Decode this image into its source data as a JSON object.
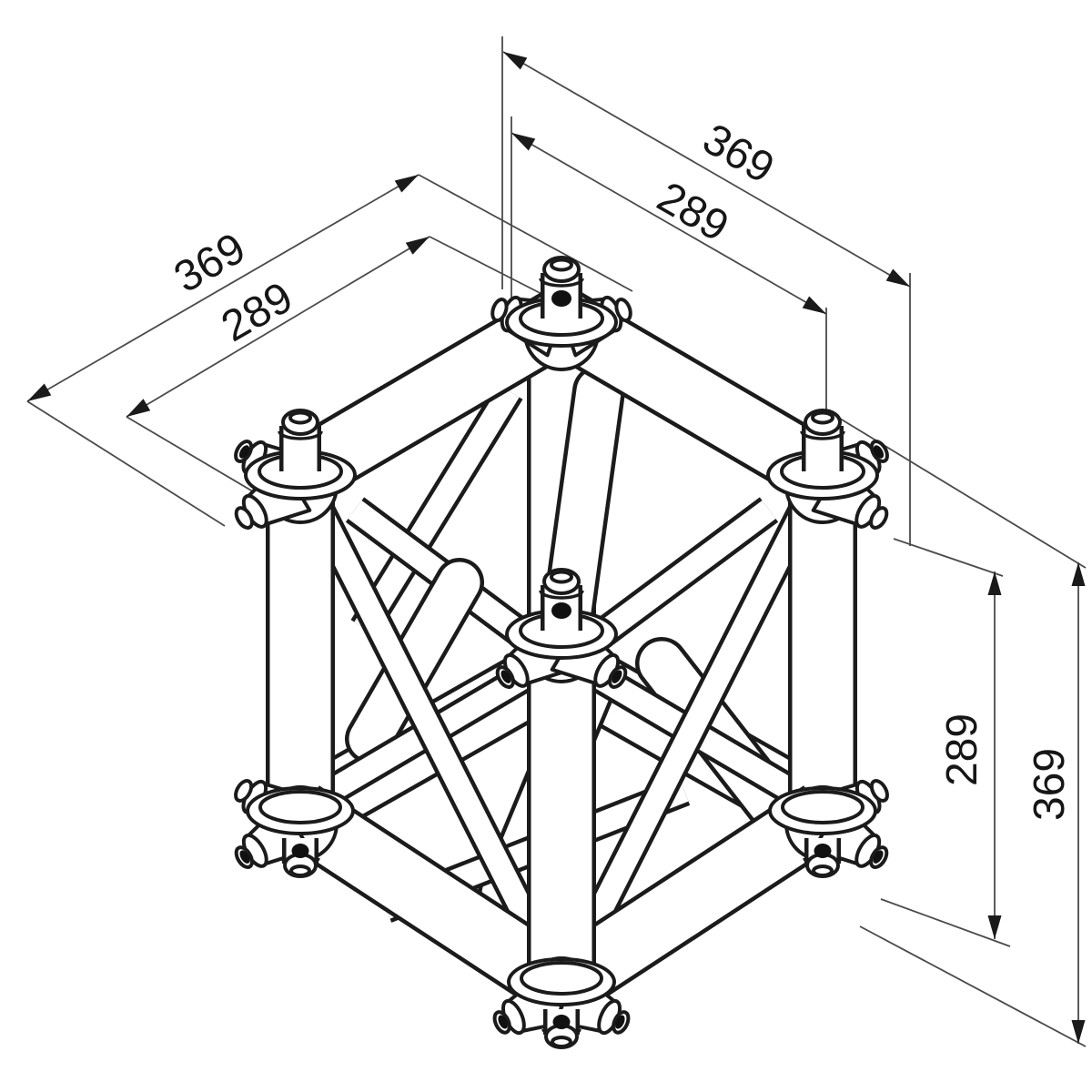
{
  "document": {
    "kind": "isometric engineering drawing",
    "subject": "square truss universal corner cube connector with conical spigot couplers",
    "background_color": "#ffffff",
    "line_color": "#1b1b1b",
    "dimension_line_color": "#4a4a4a",
    "text_color": "#161616"
  },
  "dimensions": {
    "top_right": {
      "outer": "369",
      "inner": "289"
    },
    "upper_left": {
      "outer": "369",
      "inner": "289"
    },
    "right_vertical": {
      "inner": "289",
      "outer": "369"
    }
  }
}
